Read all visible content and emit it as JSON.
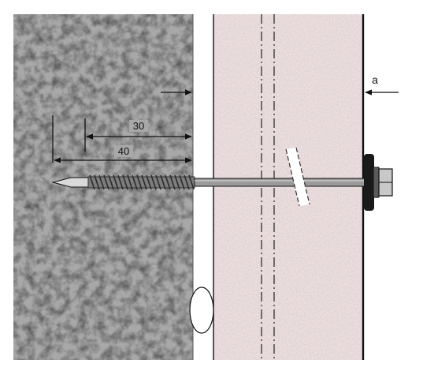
{
  "diagram": {
    "dimensions": [
      {
        "id": "dim-30",
        "label": "30"
      },
      {
        "id": "dim-40",
        "label": "40"
      }
    ],
    "callout": {
      "label": "a"
    }
  },
  "colors": {
    "substrate": "#a9a9a9",
    "panel": "#ecdfdf",
    "line": "#111111",
    "screw": "#8a8a8a",
    "washer": "#1a1a1a"
  }
}
